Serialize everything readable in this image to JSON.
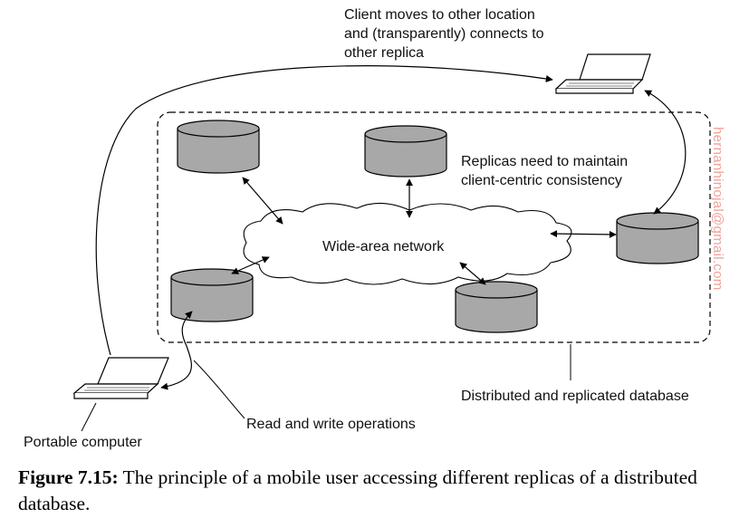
{
  "labels": {
    "client_moves": [
      "Client moves to other location",
      "and (transparently) connects to",
      "other replica"
    ],
    "replicas_need": [
      "Replicas need to maintain",
      "client-centric consistency"
    ],
    "network": "Wide-area network",
    "distributed_db": "Distributed and replicated database",
    "read_write": "Read and write operations",
    "portable": "Portable computer"
  },
  "watermark": "hernanhinojal@gmail.com",
  "caption": {
    "figure": "Figure 7.15:",
    "text": " The principle of a mobile user accessing different replicas of a distributed database."
  },
  "colors": {
    "db_fill": "#a8a8a8",
    "line": "#000000",
    "watermark": "#f0a39a"
  }
}
